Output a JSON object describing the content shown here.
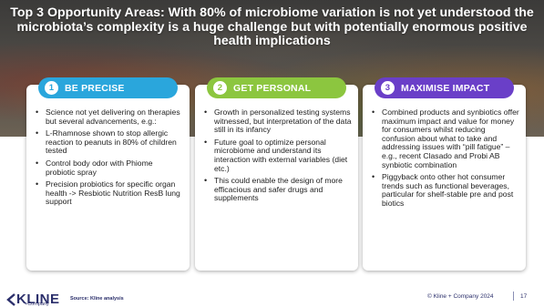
{
  "title": "Top 3 Opportunity Areas: With 80% of microbiome variation is not yet understood the microbiota’s complexity is a huge challenge but with potentially enormous positive health implications",
  "cards": [
    {
      "number": "1",
      "heading": "BE PRECISE",
      "color": "#2aa6dc",
      "bullets": [
        "Science not yet delivering on therapies but several advancements, e.g.:",
        "L-Rhamnose shown to stop allergic reaction to peanuts in 80% of children tested",
        "Control body odor with Phiome probiotic spray",
        "Precision probiotics for specific organ health -> Resbiotic Nutrition ResB lung support"
      ]
    },
    {
      "number": "2",
      "heading": "GET PERSONAL",
      "color": "#8cc63f",
      "bullets": [
        "Growth in personalized testing systems witnessed, but interpretation of the data still in its infancy",
        "Future goal to optimize personal microbiome and understand its interaction with external variables (diet etc.)",
        "This could enable the design of more efficacious and safer drugs and supplements"
      ]
    },
    {
      "number": "3",
      "heading": "MAXIMISE IMPACT",
      "color": "#6a3fc8",
      "bullets": [
        "Combined products and synbiotics offer maximum impact and value for money for consumers whilst reducing confusion about what to take and addressing issues with “pill fatigue” – e.g., recent Clasado and Probi AB synbiotic combination",
        "Piggyback onto other hot consumer trends such as functional beverages, particular for shelf-stable pre and post biotics"
      ]
    }
  ],
  "footer": {
    "logo_text": "KLINE",
    "logo_sub": "+Company",
    "source": "Source: Kline analysis",
    "copyright": "© Kline + Company 2024",
    "page": "17"
  }
}
